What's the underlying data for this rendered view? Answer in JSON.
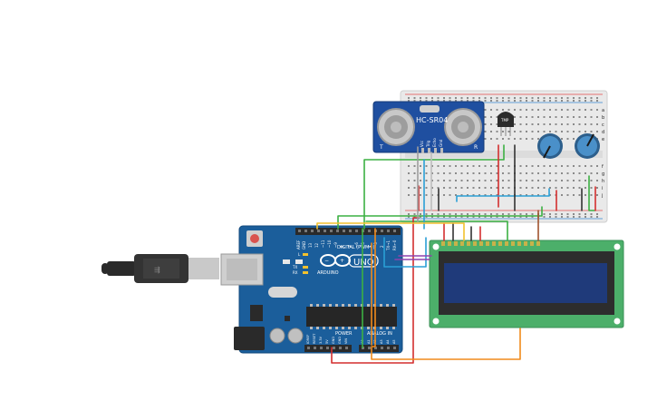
{
  "sensor": {
    "model": "HC-SR04",
    "pins": [
      "Vcc",
      "Trig",
      "Echo",
      "Gnd"
    ],
    "left_mark": "T",
    "right_mark": "R"
  },
  "temp_sensor": {
    "label": "TMP"
  },
  "arduino": {
    "brand": "ARDUINO",
    "model": "UNO",
    "digital_label": "DIGITAL (PWM~)",
    "power_label": "POWER",
    "analog_label": "ANALOG IN",
    "aref": "AREF",
    "gnd": "GND",
    "tx": "TX",
    "rx": "RX",
    "l": "L",
    "pin_numbers": [
      "13",
      "12",
      "~11",
      "~10",
      "~9",
      "8",
      "7",
      "~6",
      "~5",
      "4",
      "~3",
      "2",
      "TX→1",
      "RX←0"
    ],
    "power_pins": [
      "IOREF",
      "RESET",
      "3.3V",
      "5V",
      "GND",
      "GND",
      "VIN"
    ],
    "analog_pins": [
      "A0",
      "A1",
      "A2",
      "A3",
      "A4",
      "A5"
    ]
  },
  "breadboard": {
    "row_letters_top": [
      "a",
      "b",
      "c",
      "d",
      "e"
    ],
    "row_letters_bottom": [
      "f",
      "g",
      "h",
      "i",
      "j"
    ]
  },
  "colors": {
    "arduino": "#1b5e9b",
    "lcd_board": "#4caf6a",
    "lcd_screen": "#1f3a7a",
    "sensor_board": "#1f4fa0",
    "wire_red": "#d32f2f",
    "wire_green": "#3cb043",
    "wire_orange": "#f08a1c",
    "wire_blue": "#2a9fd6",
    "wire_black": "#333333",
    "wire_purple": "#8e44ad",
    "wire_yellow": "#f2c12e",
    "wire_brown": "#a0522d"
  }
}
